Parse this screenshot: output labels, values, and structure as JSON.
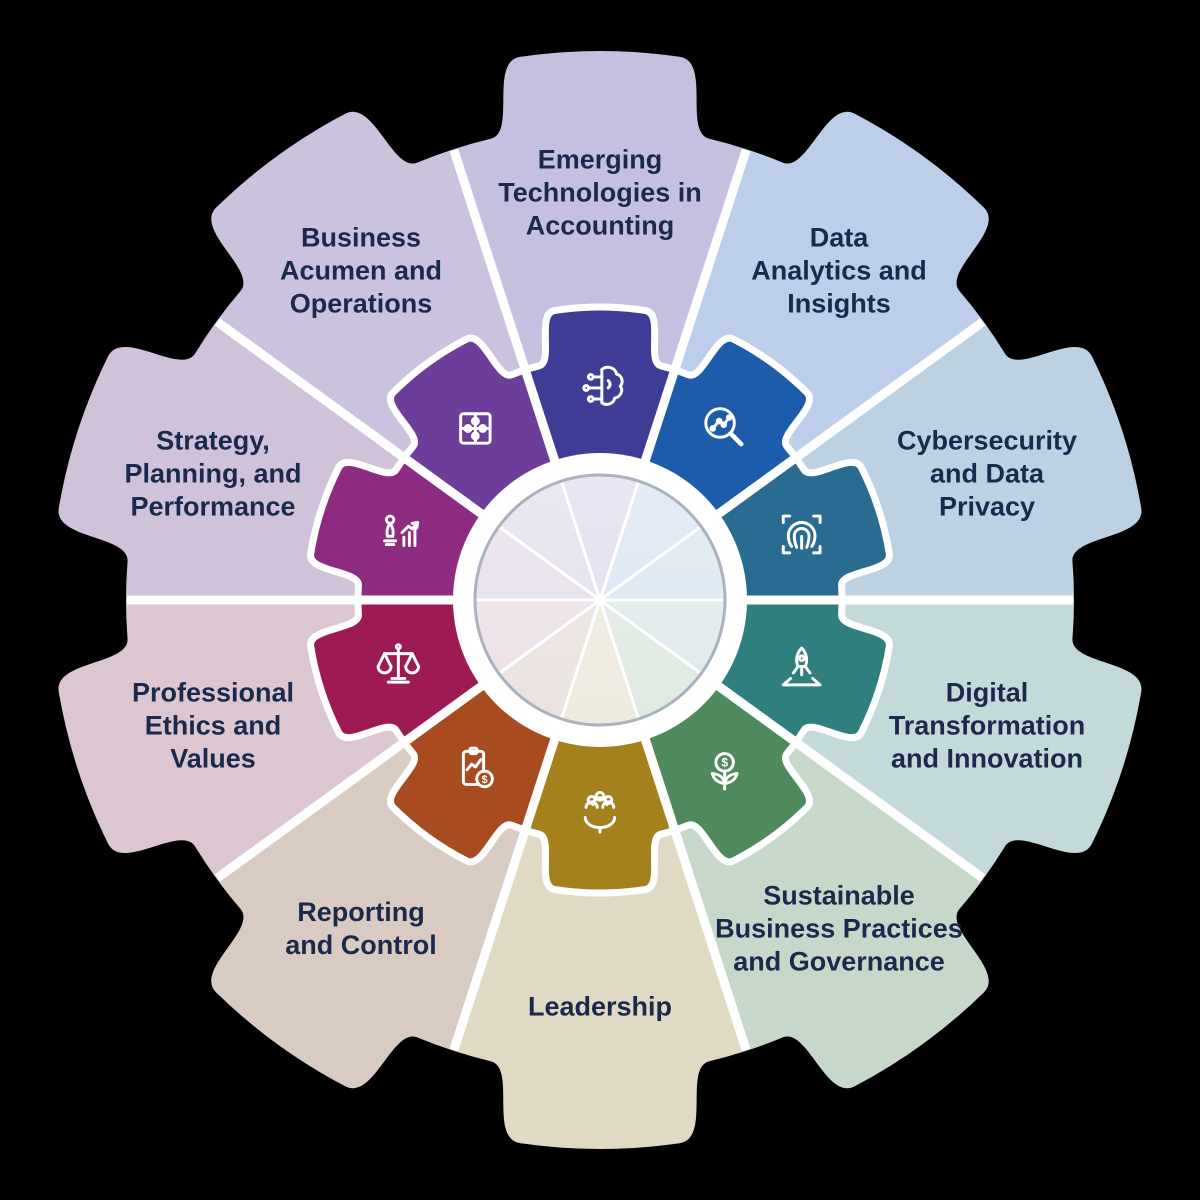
{
  "diagram": {
    "type": "gear-wheel-competency-diagram",
    "background": "#000000",
    "label_color": "#1b2a4c",
    "divider_color": "#ffffff",
    "hub": {
      "ring_color": "#ffffff",
      "border_color": "#a9b2bd"
    }
  },
  "segments": [
    {
      "id": "emerging-technologies",
      "label": "Emerging\nTechnologies in\nAccounting",
      "outer_color": "#c6c0e0",
      "inner_color": "#3f3c96",
      "icon": "brain-circuit-icon"
    },
    {
      "id": "data-analytics",
      "label": "Data\nAnalytics and\nInsights",
      "outer_color": "#bccee9",
      "inner_color": "#1d5cab",
      "icon": "analytics-magnifier-icon"
    },
    {
      "id": "cybersecurity",
      "label": "Cybersecurity\nand Data\nPrivacy",
      "outer_color": "#bcd2e2",
      "inner_color": "#2a6b92",
      "icon": "fingerprint-icon"
    },
    {
      "id": "digital-transformation",
      "label": "Digital\nTransformation\nand Innovation",
      "outer_color": "#c4d9da",
      "inner_color": "#2f7f7e",
      "icon": "rocket-launch-icon"
    },
    {
      "id": "sustainable-business",
      "label": "Sustainable\nBusiness Practices\nand Governance",
      "outer_color": "#c5d8ca",
      "inner_color": "#4f8a5f",
      "icon": "growth-coin-plant-icon"
    },
    {
      "id": "leadership",
      "label": "Leadership",
      "outer_color": "#e0d9c3",
      "inner_color": "#a5811e",
      "icon": "people-hand-icon"
    },
    {
      "id": "reporting-control",
      "label": "Reporting\nand Control",
      "outer_color": "#d9cac2",
      "inner_color": "#a84b21",
      "icon": "report-chart-icon"
    },
    {
      "id": "professional-ethics",
      "label": "Professional\nEthics and\nValues",
      "outer_color": "#dbc6d1",
      "inner_color": "#9d1a55",
      "icon": "balance-scale-icon"
    },
    {
      "id": "strategy-planning",
      "label": "Strategy,\nPlanning, and\nPerformance",
      "outer_color": "#d0c2d8",
      "inner_color": "#8d2b80",
      "icon": "chess-strategy-icon"
    },
    {
      "id": "business-acumen",
      "label": "Business\nAcumen and\nOperations",
      "outer_color": "#cbc2dd",
      "inner_color": "#6d3e99",
      "icon": "puzzle-icon"
    }
  ]
}
